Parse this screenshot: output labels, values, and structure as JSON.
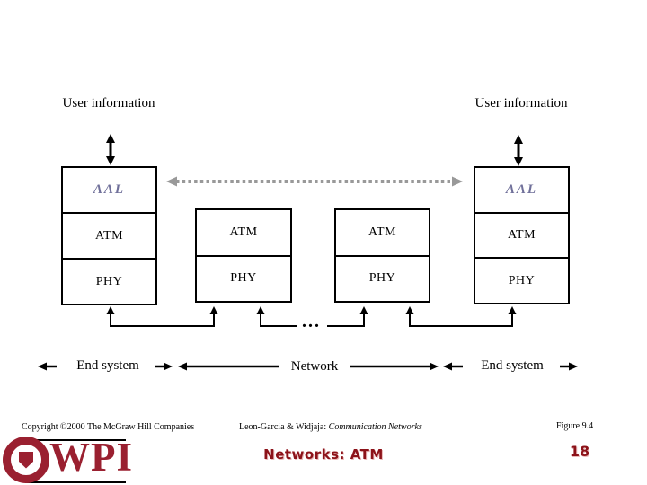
{
  "slide": {
    "user_information_left": "User information",
    "user_information_right": "User information",
    "ellipsis": "...",
    "stacks": [
      {
        "name": "left-end-system",
        "layers": [
          "AAL",
          "ATM",
          "PHY"
        ]
      },
      {
        "name": "network-switch-1",
        "layers": [
          "ATM",
          "PHY"
        ]
      },
      {
        "name": "network-switch-2",
        "layers": [
          "ATM",
          "PHY"
        ]
      },
      {
        "name": "right-end-system",
        "layers": [
          "AAL",
          "ATM",
          "PHY"
        ]
      }
    ],
    "region_labels": {
      "end_system_left": "End system",
      "network": "Network",
      "end_system_right": "End system"
    }
  },
  "footer": {
    "copyright": "Copyright ©2000 The McGraw Hill Companies",
    "authors": "Leon-Garcia & Widjaja:",
    "book_title": "Communication Networks",
    "figure": "Figure 9.4",
    "slide_title": "Networks: ATM",
    "page_number": "18",
    "logo_text": "WPI"
  },
  "colors": {
    "aal_text": "#70709a",
    "dotted_arrow": "#999999",
    "crimson": "#9a2030",
    "title_red": "#8c1219"
  }
}
